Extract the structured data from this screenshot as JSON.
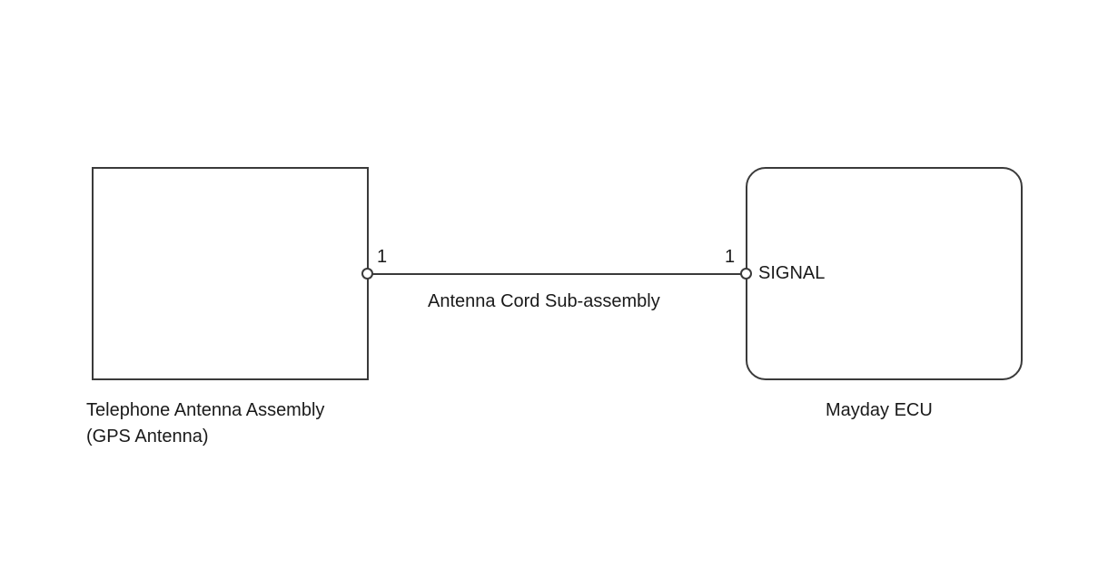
{
  "components": {
    "left": {
      "name_line1": "Telephone Antenna Assembly",
      "name_line2": "(GPS Antenna)",
      "pin_number": "1"
    },
    "right": {
      "name": "Mayday ECU",
      "pin_number": "1",
      "pin_label": "SIGNAL"
    }
  },
  "connection": {
    "label": "Antenna Cord Sub-assembly"
  },
  "colors": {
    "line": "#3a3a3a",
    "text": "#1a1a1a",
    "background": "#ffffff"
  }
}
